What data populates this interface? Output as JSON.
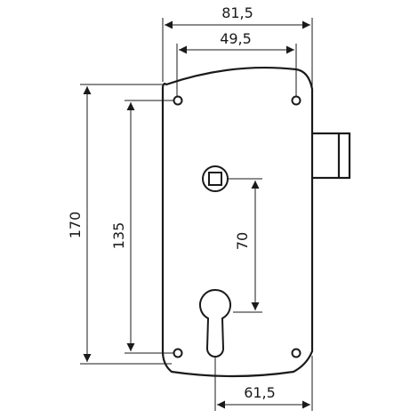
{
  "drawing": {
    "subject": "lock-plate-technical-drawing",
    "dimensions": {
      "overall_width": "81,5",
      "hole_spacing_top": "49,5",
      "overall_height": "170",
      "hole_spacing_vertical": "135",
      "follower_to_cylinder": "70",
      "cylinder_to_edge": "61,5"
    },
    "colors": {
      "line": "#1a1a1a",
      "background": "#ffffff"
    }
  }
}
